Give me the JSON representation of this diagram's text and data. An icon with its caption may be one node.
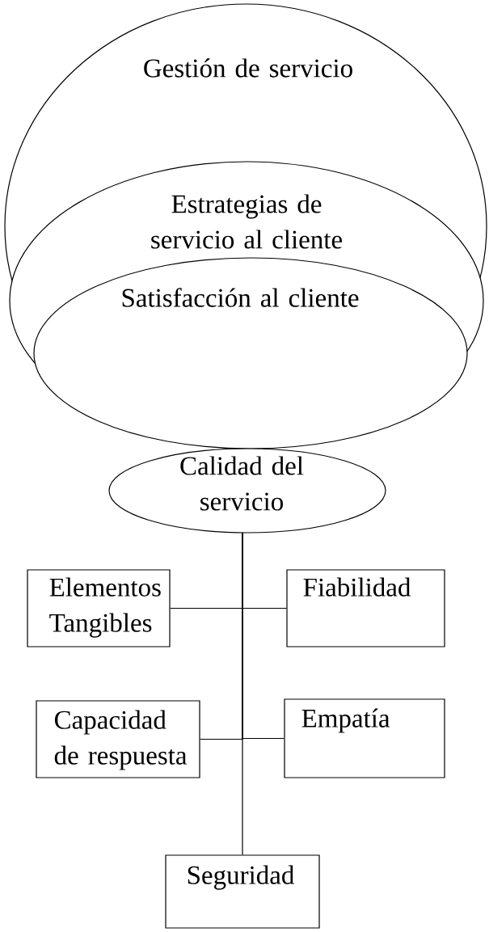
{
  "diagram": {
    "nodes": [
      {
        "text": [
          "Gestión de servicio"
        ]
      },
      {
        "text": [
          "Estrategias de servicio al cliente"
        ],
        "in": 0
      },
      {
        "text": [
          "Satisfacción al cliente"
        ],
        "in": 1
      },
      {
        "text": [
          "Calidad del servicio"
        ]
      },
      {
        "text": [
          "Elementos Tangibles"
        ]
      },
      {
        "text": [
          "Fiabilidad"
        ]
      },
      {
        "text": [
          "Capacidad de respuesta"
        ]
      },
      {
        "text": [
          "Empatía"
        ]
      },
      {
        "text": [
          "Seguridad"
        ]
      }
    ],
    "edges": [
      {
        "from": 3,
        "to": 4,
        "arrow": "none"
      },
      {
        "from": 3,
        "to": 5,
        "arrow": "none"
      },
      {
        "from": 3,
        "to": 6,
        "arrow": "none"
      },
      {
        "from": 3,
        "to": 7,
        "arrow": "none"
      },
      {
        "from": 3,
        "to": 8,
        "arrow": "none"
      }
    ]
  }
}
